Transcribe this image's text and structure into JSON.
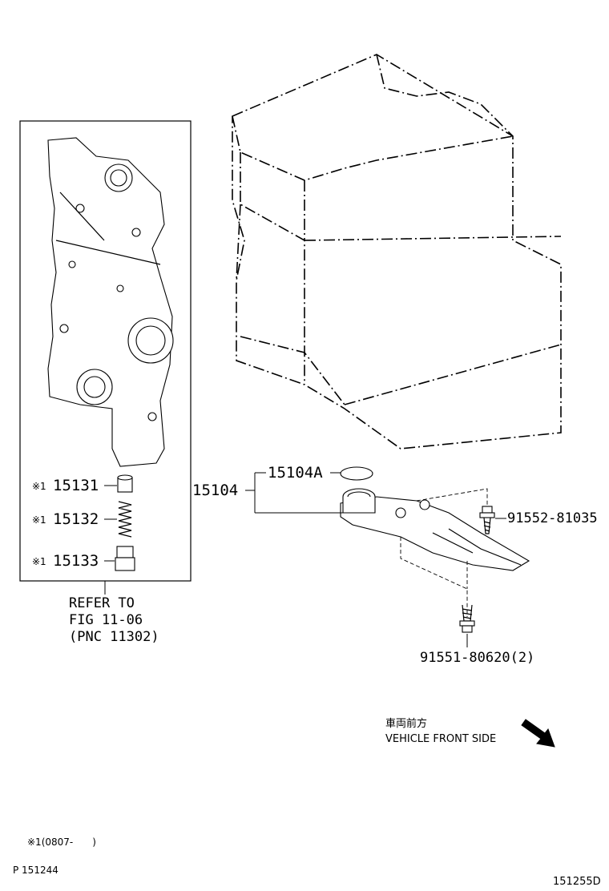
{
  "inset": {
    "callouts": [
      {
        "mark": "※1",
        "part": "15131"
      },
      {
        "mark": "※1",
        "part": "15132"
      },
      {
        "mark": "※1",
        "part": "15133"
      }
    ],
    "refer": [
      "REFER TO",
      "FIG 11-06",
      "(PNC 11302)"
    ]
  },
  "callouts": {
    "main_part": "15104",
    "oring": "15104A",
    "bolt_top": "91552-81035",
    "bolt_bottom": "91551-80620(2)"
  },
  "direction": {
    "japanese": "車両前方",
    "english": "VEHICLE FRONT SIDE",
    "icon": "arrow-icon"
  },
  "footnote": "※1(0807-　　)",
  "page_code": "P 151244",
  "figure_code": "151255D"
}
